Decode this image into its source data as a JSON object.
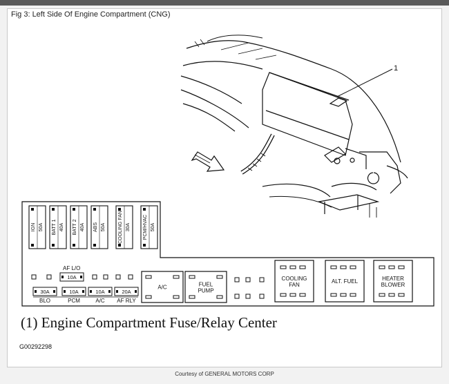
{
  "header": {
    "title": "Fig 3: Left Side Of Engine Compartment (CNG)"
  },
  "callout": {
    "number": "1"
  },
  "fuse_center": {
    "top_row": [
      {
        "name": "IGN",
        "rating": "50A"
      },
      {
        "name": "BATT 1",
        "rating": "40A"
      },
      {
        "name": "BATT 2",
        "rating": "40A"
      },
      {
        "name": "ABS",
        "rating": "50A"
      },
      {
        "name": "COOLING FAN",
        "rating": "30A"
      },
      {
        "name": "PCM/HVAC",
        "rating": "50A"
      }
    ],
    "mini_fuses": [
      {
        "rating": "30A",
        "label": "BLO"
      },
      {
        "rating": "10A",
        "label": "PCM"
      },
      {
        "rating": "10A",
        "label": "A/C"
      },
      {
        "rating": "20A",
        "label": "AF RLY"
      }
    ],
    "af_lo": {
      "label": "AF L/O",
      "rating": "10A"
    },
    "relays": [
      {
        "label1": "A/C",
        "label2": ""
      },
      {
        "label1": "FUEL",
        "label2": "PUMP"
      },
      {
        "label1": "COOLING",
        "label2": "FAN"
      },
      {
        "label1": "ALT. FUEL",
        "label2": ""
      },
      {
        "label1": "HEATER",
        "label2": "BLOWER"
      }
    ]
  },
  "caption": "(1) Engine Compartment Fuse/Relay Center",
  "figure_id": "G00292298",
  "footer": {
    "courtesy": "Courtesy of GENERAL MOTORS CORP"
  }
}
